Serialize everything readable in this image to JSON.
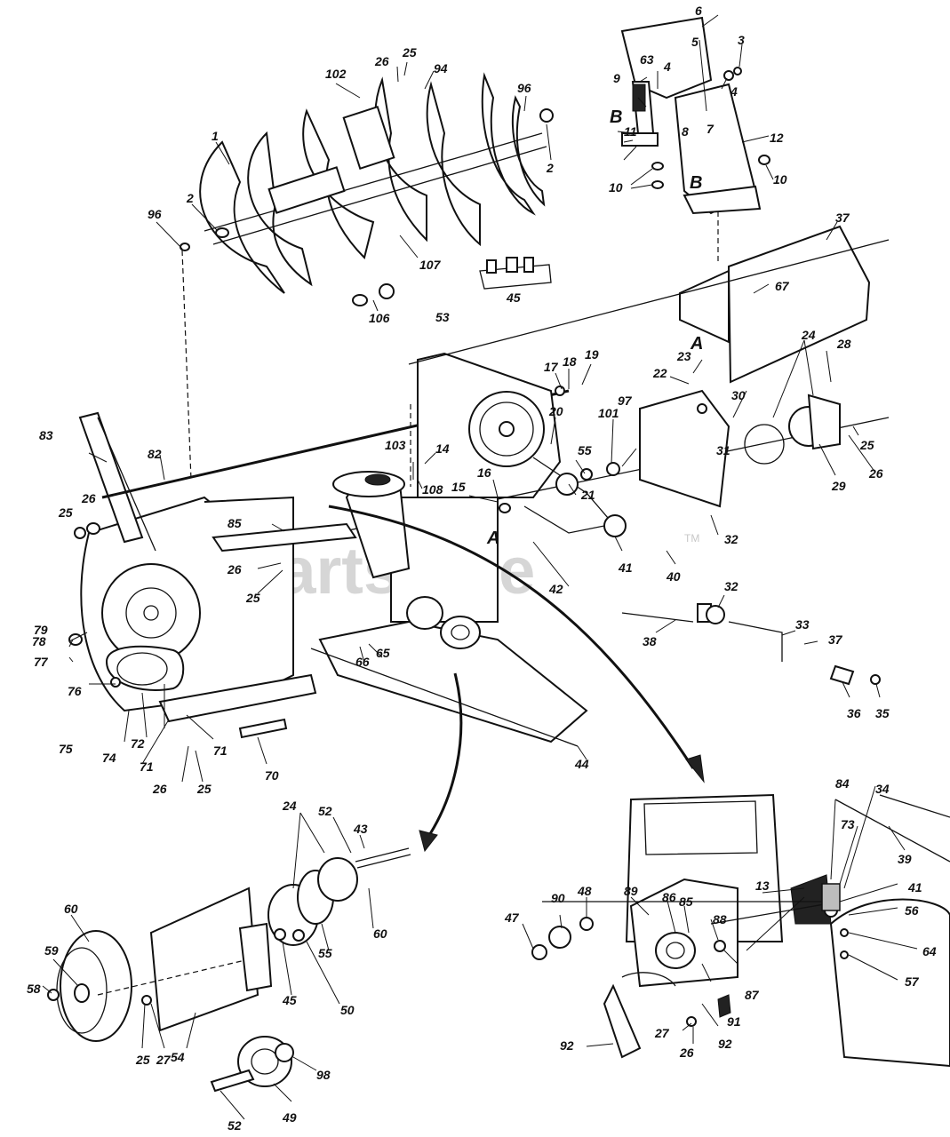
{
  "watermark": {
    "text": "PartsTree",
    "trademark": "TM"
  },
  "callouts": [
    "1",
    "2",
    "2",
    "3",
    "4",
    "4",
    "5",
    "6",
    "7",
    "8",
    "9",
    "10",
    "10",
    "11",
    "12",
    "13",
    "14",
    "15",
    "16",
    "17",
    "18",
    "19",
    "20",
    "21",
    "22",
    "23",
    "24",
    "24",
    "25",
    "25",
    "25",
    "25",
    "25",
    "25",
    "26",
    "26",
    "26",
    "26",
    "26",
    "26",
    "27",
    "27",
    "28",
    "29",
    "30",
    "31",
    "32",
    "32",
    "33",
    "34",
    "35",
    "36",
    "37",
    "37",
    "38",
    "39",
    "40",
    "41",
    "41",
    "42",
    "43",
    "44",
    "45",
    "45",
    "47",
    "48",
    "49",
    "50",
    "52",
    "52",
    "53",
    "54",
    "55",
    "55",
    "56",
    "57",
    "58",
    "59",
    "60",
    "60",
    "63",
    "64",
    "65",
    "66",
    "67",
    "70",
    "71",
    "71",
    "72",
    "73",
    "74",
    "75",
    "76",
    "77",
    "78",
    "79",
    "82",
    "83",
    "84",
    "85",
    "85",
    "86",
    "87",
    "88",
    "89",
    "90",
    "91",
    "92",
    "92",
    "94",
    "96",
    "96",
    "97",
    "98",
    "101",
    "102",
    "103",
    "106",
    "107",
    "108"
  ],
  "section_marks": [
    "A",
    "A",
    "B",
    "B"
  ]
}
